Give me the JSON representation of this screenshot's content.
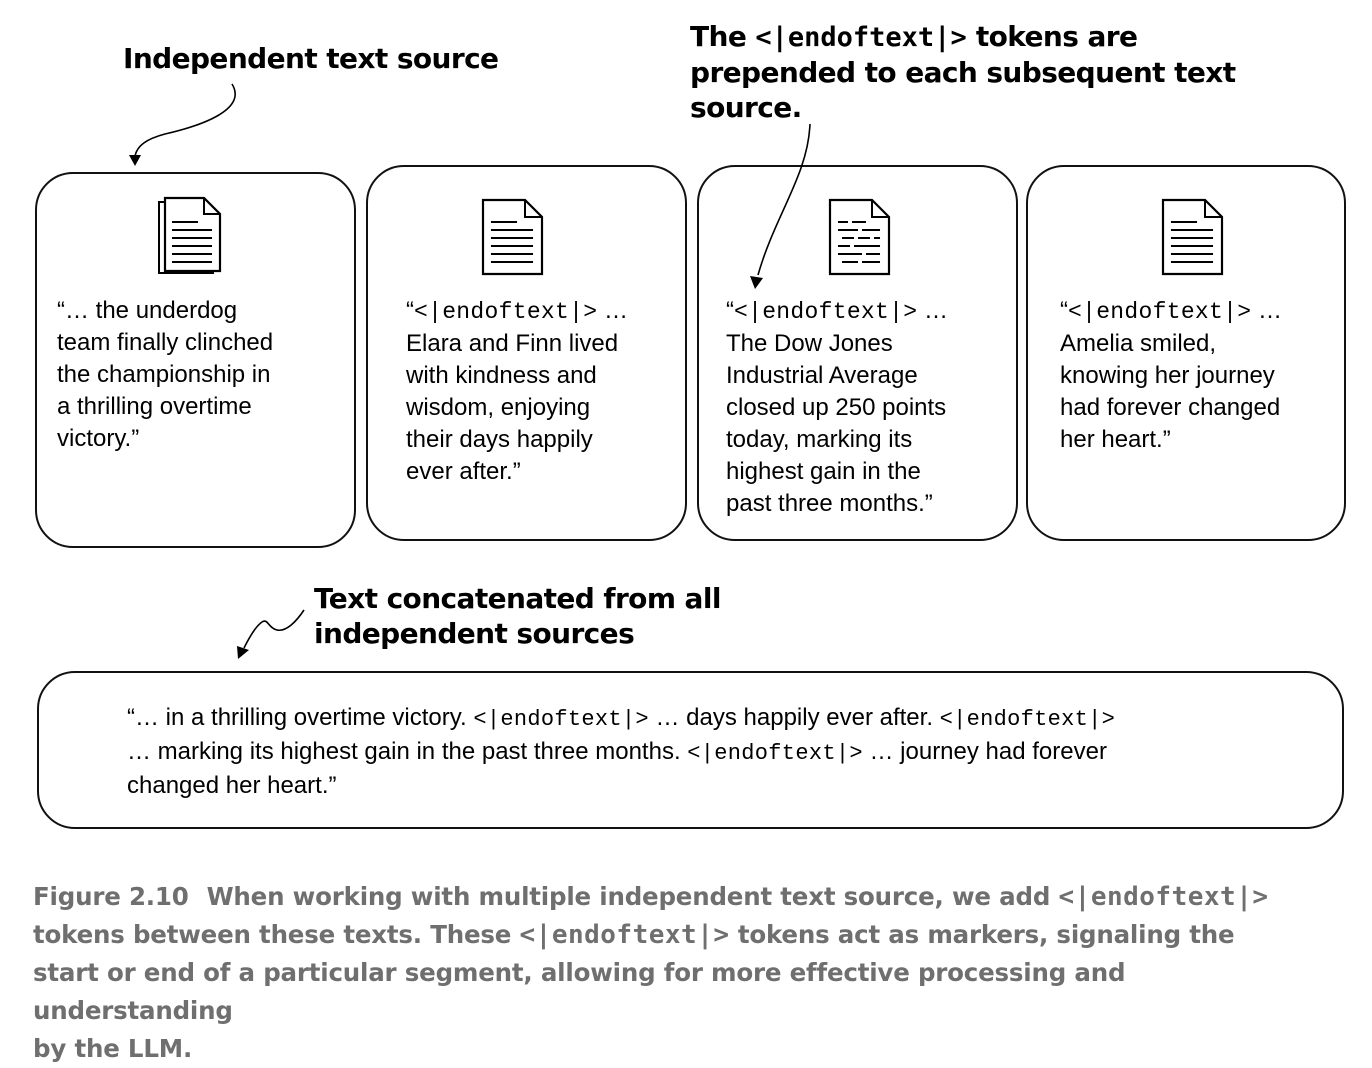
{
  "token": "<|endoftext|>",
  "callouts": {
    "source": "Independent text source",
    "token_pre": "The ",
    "token_post": " tokens are",
    "token_line2": "prepended to each subsequent text",
    "token_line3": "source.",
    "concat_line1": "Text concatenated from all",
    "concat_line2": "independent sources"
  },
  "sources": [
    {
      "icon": "document-stack-icon",
      "lines": [
        "“… the underdog",
        "team finally clinched",
        "the championship in",
        "a thrilling overtime",
        "victory.”"
      ]
    },
    {
      "icon": "document-icon",
      "prefix": "“",
      "suffix": " …",
      "lines": [
        "Elara and Finn lived",
        "with kindness and",
        "wisdom, enjoying",
        "their days happily",
        "ever after.”"
      ]
    },
    {
      "icon": "document-dashed-icon",
      "prefix": "“",
      "suffix": " …",
      "lines": [
        "The Dow Jones",
        "Industrial Average",
        "closed up 250 points",
        "today, marking its",
        "highest gain in the",
        "past three months.”"
      ]
    },
    {
      "icon": "document-icon",
      "prefix": "“",
      "suffix": " …",
      "lines": [
        "Amelia smiled,",
        "knowing her journey",
        "had forever changed",
        "her heart.”"
      ]
    }
  ],
  "concatenated": {
    "part1": "“… in a thrilling overtime victory. ",
    "part2": " … days happily ever after. ",
    "part3": "… marking its highest gain in the past three months. ",
    "part4": " … journey had forever",
    "part5": "changed her heart.”"
  },
  "caption": {
    "figure": "Figure 2.10",
    "text1": "When working with multiple independent text source, we add ",
    "text2": "tokens between these texts. These ",
    "text3": " tokens act as markers, signaling the",
    "text4": "start or end of a particular segment, allowing for more effective processing and understanding",
    "text5": "by the LLM."
  }
}
